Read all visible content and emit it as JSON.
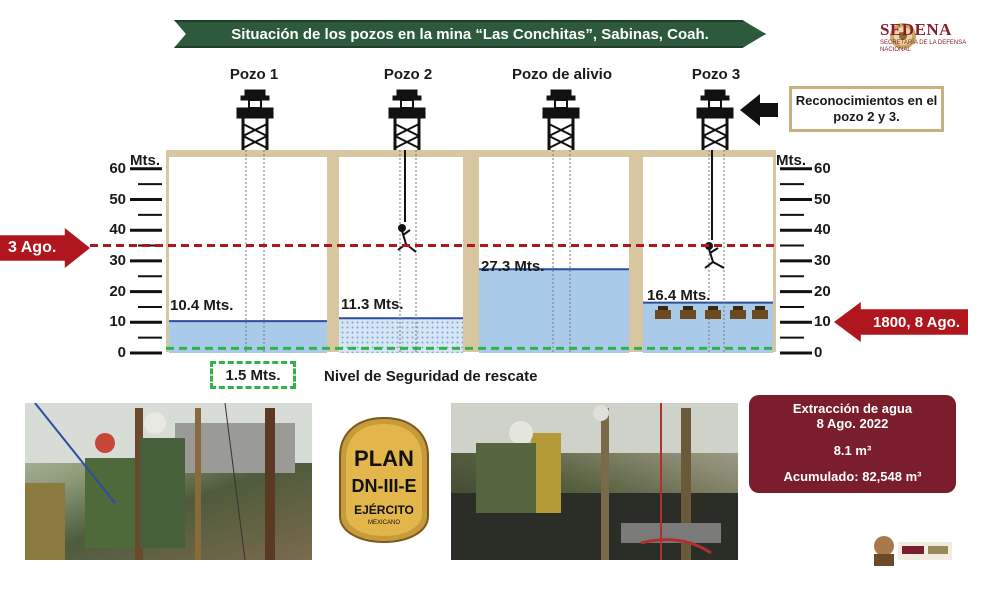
{
  "title": "Situación de los pozos en la mina “Las Conchitas”, Sabinas, Coah.",
  "logo": {
    "name": "SEDENA",
    "subtitle": "SECRETARÍA DE LA DEFENSA NACIONAL"
  },
  "wells": [
    {
      "name": "Pozo 1",
      "water_level_m": 10.4,
      "label": "10.4 Mts."
    },
    {
      "name": "Pozo 2",
      "water_level_m": 11.3,
      "label": "11.3 Mts."
    },
    {
      "name": "Pozo de alivio",
      "water_level_m": 27.3,
      "label": "27.3 Mts."
    },
    {
      "name": "Pozo 3",
      "water_level_m": 16.4,
      "label": "16.4 Mts."
    }
  ],
  "axis": {
    "unit": "Mts.",
    "ticks": [
      "0",
      "10",
      "20",
      "30",
      "40",
      "50",
      "60"
    ],
    "min": 0,
    "max": 60
  },
  "markers": {
    "left_date": "3 Ago.",
    "left_date_level_m": 35,
    "right_date": "1800, 8 Ago.",
    "right_date_level_m": 10
  },
  "recon_note": "Reconocimientos en el pozo 2 y 3.",
  "safety": {
    "value": "1.5 Mts.",
    "value_m": 1.5,
    "label": "Nivel de Seguridad de rescate"
  },
  "plan": {
    "line1": "PLAN",
    "line2": "DN-III-E",
    "line3": "EJÉRCITO",
    "line4": "MEXICANO"
  },
  "stats": {
    "title": "Extracción de agua",
    "date": "8 Ago. 2022",
    "daily": "8.1 m³",
    "total": "Acumulado: 82,548 m³"
  },
  "colors": {
    "banner": "#2d5a3d",
    "water": "#a9cbe9",
    "waterline": "#2d4e9b",
    "shaft": "#d8c6a0",
    "red": "#b0161e",
    "safety": "#2fb34a",
    "stats_bg": "#7a1d2c"
  }
}
